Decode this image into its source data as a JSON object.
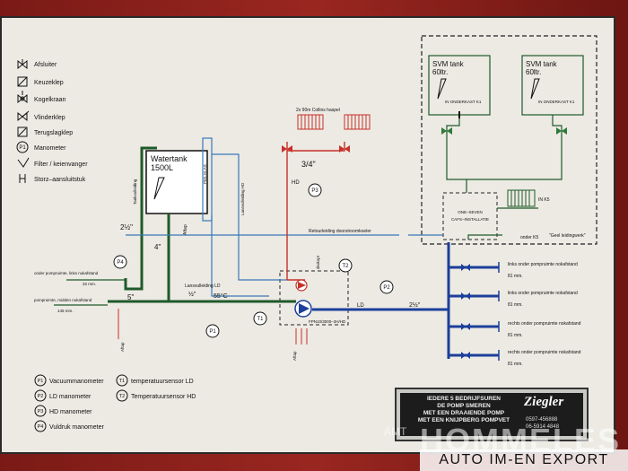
{
  "legend": {
    "items": [
      "Afsluiter",
      "Keuzeklep",
      "Kogelkraan",
      "Vlinderklep",
      "Terugslagklep",
      "Manometer",
      "Filter / keienvanger",
      "Storz–aansluitstuk"
    ],
    "p1_symbol": "P1"
  },
  "watertank": {
    "title": "Watertank",
    "capacity": "1500L",
    "level_label": "PEILGLAS",
    "fill_label": "Tankvulleiding",
    "overflow_label": "Aftap"
  },
  "hose": {
    "label": "2x 90m Collins haspel",
    "size": "3/4\"",
    "hd_label": "HD",
    "hd_pipe": "Lansvulleiding HD"
  },
  "svm": {
    "tank1_title": "SVM tank",
    "tank1_volume": "60ltr.",
    "tank1_note": "IN ONDERKAST K1",
    "tank2_title": "SVM tank",
    "tank2_volume": "60ltr.",
    "tank2_note": "IN ONDERKAST K1"
  },
  "cafs": {
    "line1": "ONE–SEVEN",
    "line2": "CAFS–INSTALLATIE",
    "reel_label": "IN K5",
    "below_label": "onder K5",
    "hose_note": "\"Geel leidingwerk\""
  },
  "pipes": {
    "return": "Retourleiding doorstroomkoeler",
    "ld_label": "Lansvulleiding LD",
    "temp": "55°C",
    "half": "½\"",
    "four": "4\"",
    "two_half_left": "2½\"",
    "two_half_right": "2½\"",
    "five": "5\"",
    "ld": "LD",
    "drain": "Aftap",
    "pump": "FPN10/3000–2H/HD",
    "drukopt": "drukopt"
  },
  "left_outlets": [
    {
      "label": "onder pompruimte, links nokafstand",
      "size": "32 mm."
    },
    {
      "label": "pompruimte, midden nokafstand",
      "size": "145 mm."
    }
  ],
  "right_outlets": [
    {
      "label": "links onder pompruimte nokafstand",
      "size": "81 mm."
    },
    {
      "label": "links onder pompruimte nokafstand",
      "size": "81 mm."
    },
    {
      "label": "rechts onder pompruimte nokafstand",
      "size": "81 mm."
    },
    {
      "label": "rechts onder pompruimte nokafstand",
      "size": "81 mm."
    }
  ],
  "gauges": [
    "P1",
    "P2",
    "P3",
    "P4",
    "T1",
    "T2"
  ],
  "key": [
    {
      "sym": "P1",
      "text": "Vacuummanometer"
    },
    {
      "sym": "P2",
      "text": "LD manometer"
    },
    {
      "sym": "P3",
      "text": "HD manometer"
    },
    {
      "sym": "P4",
      "text": "Vuldruk manometer"
    },
    {
      "sym": "T1",
      "text": "temperatuursensor LD"
    },
    {
      "sym": "T2",
      "text": "Temperatuursensor HD"
    }
  ],
  "plate": {
    "line1": "IEDERE 5 BEDRIJFSUREN",
    "line2": "DE POMP SMEREN",
    "line3": "MET EEN DRAAIENDE POMP",
    "line4": "MET EEN KNIJPBERG POMPVET",
    "brand": "Ziegler",
    "phone1": "0597-456888",
    "phone2": "06-5914 4848"
  },
  "watermark": {
    "prefix": "AMT",
    "name": "HOMMELES",
    "tag": "AUTO IM-EN EXPORT"
  },
  "colors": {
    "green": "#1f5a2a",
    "blue": "#1b3f9a",
    "red": "#c8302a",
    "light_blue": "#3a78b8",
    "dashed": "#222"
  }
}
